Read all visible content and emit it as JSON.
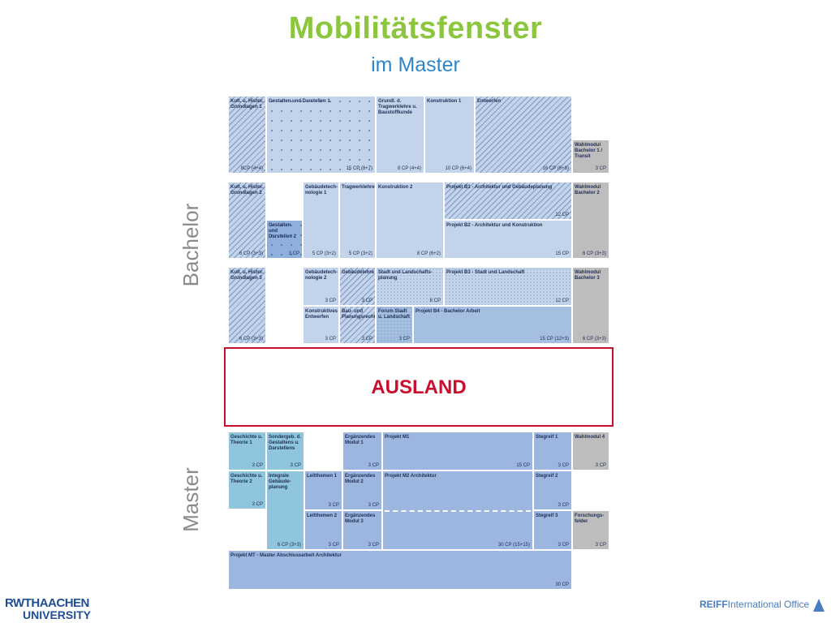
{
  "title": "Mobilitätsfenster",
  "subtitle": "im Master",
  "labels": {
    "bachelor": "Bachelor",
    "master": "Master"
  },
  "ausland": "AUSLAND",
  "footer": {
    "logo_line1": "RWTHAACHEN",
    "logo_line2": "UNIVERSITY",
    "office_bold": "REIFF",
    "office_text": "International Office"
  },
  "colors": {
    "title": "#8cc63f",
    "subtitle": "#2f86c6",
    "ausland_border": "#c8102e"
  },
  "bachelor_modules": [
    {
      "name": "Kult. u. Histor. Grundlagen 1",
      "cp": "8CP (4+4)"
    },
    {
      "name": "Gestalten und Darstellen 1",
      "cp": "15 CP (8+7)"
    },
    {
      "name": "Grundl. d. Tragwerk­lehre u. Baustoffkunde",
      "cp": "8 CP (4+4)"
    },
    {
      "name": "Konstruktion 1",
      "cp": "10 CP (6+4)"
    },
    {
      "name": "Entwerfen",
      "cp": "16 CP (8+8)"
    },
    {
      "name": "Wahlmodul Bachelor 1 / Transit",
      "cp": "3 CP"
    },
    {
      "name": "Kult. u. Histor. Grundlagen 2",
      "cp": "6 CP (3+3)"
    },
    {
      "name": "Gestalten und Darstellen 2",
      "cp": "3 CP"
    },
    {
      "name": "Gebäudetech­nologie 1",
      "cp": "5 CP (3+2)"
    },
    {
      "name": "Tragwerklehre",
      "cp": "5 CP (3+2)"
    },
    {
      "name": "Konstruktion 2",
      "cp": "8 CP (6+2)"
    },
    {
      "name": "Projekt B1 - Architektur und Gebäudeplanung",
      "cp": "12 CP"
    },
    {
      "name": "Projekt B2 - Architektur und Konstruktion",
      "cp": "15 CP"
    },
    {
      "name": "Wahlmodul Bachelor 2",
      "cp": "6 CP (3+3)"
    },
    {
      "name": "Kult. u. Histor. Grundlagen 3",
      "cp": "6 CP (3+3)"
    },
    {
      "name": "Gebäudetech­nologie 2",
      "cp": "3 CP"
    },
    {
      "name": "Gebäudelehre",
      "cp": "3 CP"
    },
    {
      "name": "Stadt und Landschafts­planung",
      "cp": "6 CP"
    },
    {
      "name": "Projekt B3 - Stadt und Landschaft",
      "cp": "12 CP"
    },
    {
      "name": "Wahlmodul Bachelor 3",
      "cp": "6 CP (3+3)"
    },
    {
      "name": "Konstruktives Entwerfen",
      "cp": "3 CP"
    },
    {
      "name": "Bau- und Planungsrecht",
      "cp": "3 CP"
    },
    {
      "name": "Forum Stadt u. Landschaft",
      "cp": "3 CP"
    },
    {
      "name": "Projekt B4 - Bachelor Arbeit",
      "cp": "15 CP (12+3)"
    }
  ],
  "master_modules": [
    {
      "name": "Geschichte u. Theorie 1",
      "cp": "3 CP"
    },
    {
      "name": "Sondergeb. d. Gestaltens u. Darstellens",
      "cp": "3 CP"
    },
    {
      "name": "Ergänzendes Modul 1",
      "cp": "3 CP"
    },
    {
      "name": "Projekt M1",
      "cp": "15 CP"
    },
    {
      "name": "Stegreif 1",
      "cp": "3 CP"
    },
    {
      "name": "Wahlmodul 4",
      "cp": "3 CP"
    },
    {
      "name": "Geschichte u. Theorie 2",
      "cp": "3 CP"
    },
    {
      "name": "Integrale Gebäude­planung",
      "cp": "6 CP (3+3)"
    },
    {
      "name": "Leitthemen 1",
      "cp": "3 CP"
    },
    {
      "name": "Ergänzendes Modul 2",
      "cp": "3 CP"
    },
    {
      "name": "Projekt M2 Architektur",
      "cp": "30 CP (15+15)"
    },
    {
      "name": "Stegreif 2",
      "cp": "3 CP"
    },
    {
      "name": "Leitthemen 2",
      "cp": "3 CP"
    },
    {
      "name": "Ergänzendes Modul 3",
      "cp": "3 CP"
    },
    {
      "name": "Stegreif 3",
      "cp": "3 CP"
    },
    {
      "name": "Forschungs­felder",
      "cp": "3 CP"
    },
    {
      "name": "Projekt MT - Master Abschlussarbeit Architektur",
      "cp": "30 CP"
    }
  ]
}
